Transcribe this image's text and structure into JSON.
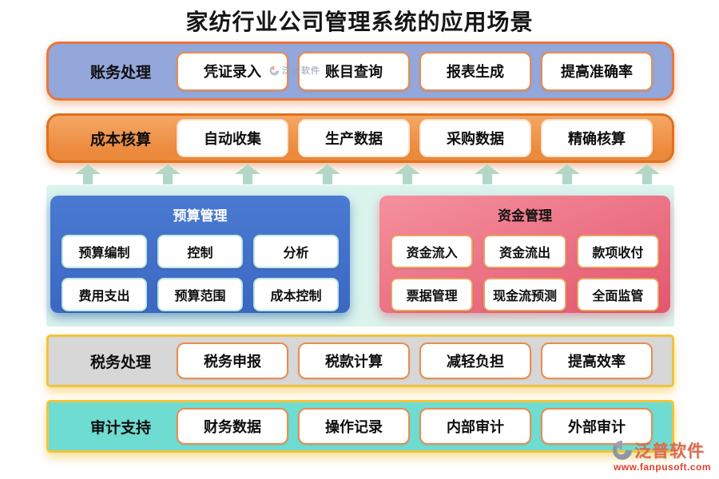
{
  "title": "家纺行业公司管理系统的应用场景",
  "bands": [
    {
      "label": "账务处理",
      "buttons": [
        "凭证录入",
        "账目查询",
        "报表生成",
        "提高准确率"
      ]
    },
    {
      "label": "成本核算",
      "buttons": [
        "自动收集",
        "生产数据",
        "采购数据",
        "精确核算"
      ]
    },
    {
      "label": "税务处理",
      "buttons": [
        "税务申报",
        "税款计算",
        "减轻负担",
        "提高效率"
      ]
    },
    {
      "label": "审计支持",
      "buttons": [
        "财务数据",
        "操作记录",
        "内部审计",
        "外部审计"
      ]
    }
  ],
  "panels": [
    {
      "title": "预算管理",
      "buttons": [
        "预算编制",
        "控制",
        "分析",
        "费用支出",
        "预算范围",
        "成本控制"
      ]
    },
    {
      "title": "资金管理",
      "buttons": [
        "资金流入",
        "资金流出",
        "款项收付",
        "票据管理",
        "现金流预测",
        "全面监管"
      ]
    }
  ],
  "watermark": {
    "text": "泛普软件"
  },
  "logo": {
    "name": "泛普软件",
    "url": "www.fanpusoft.com"
  },
  "colors": {
    "ledger_band": "#93a7db",
    "cost_band": "#ec8a3c",
    "band_border_orange": "#e8773b",
    "budget_panel": "#4271cb",
    "fund_panel": "#e9697f",
    "mint_background": "#daf3ed",
    "tax_band": "#d7d7d7",
    "audit_band": "#6fdcd1",
    "yellow_border": "#f1c33c",
    "chip_border_orange": "#ea8c4e",
    "chip_border_mint": "#bfe9df",
    "arrow_green": "#b1d8c5",
    "logo_orange": "#df6a4c",
    "url_red": "#e23d2d"
  }
}
